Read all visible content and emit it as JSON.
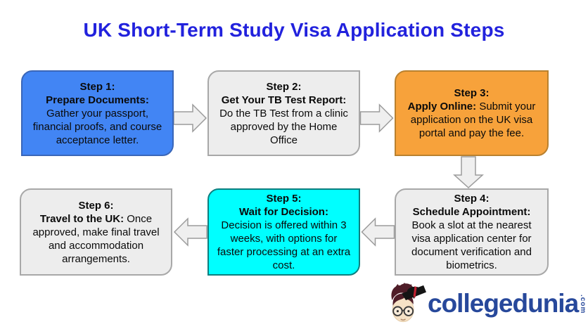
{
  "title": {
    "text": "UK Short-Term Study Visa Application Steps",
    "color": "#2222DD"
  },
  "steps": [
    {
      "number_label": "Step 1:",
      "heading": "Prepare Documents:",
      "heading_inline": false,
      "body": "Gather your passport, financial proofs, and course acceptance letter.",
      "fill": "#4285F4",
      "border": "#3A66B8"
    },
    {
      "number_label": "Step 2:",
      "heading": "Get Your TB Test Report:",
      "heading_inline": true,
      "body": "Do the TB Test from a clinic approved by the Home Office",
      "fill": "#EDEDED",
      "border": "#A8A8A8"
    },
    {
      "number_label": "Step 3:",
      "heading": "Apply Online:",
      "heading_inline": true,
      "body": "Submit your application on the UK visa portal and pay the fee.",
      "fill": "#F7A23B",
      "border": "#B9812F"
    },
    {
      "number_label": "Step 4:",
      "heading": "Schedule Appointment:",
      "heading_inline": false,
      "body": "Book a slot at the nearest visa application center for document verification and biometrics.",
      "fill": "#EDEDED",
      "border": "#A8A8A8"
    },
    {
      "number_label": "Step 5:",
      "heading": "Wait for Decision:",
      "heading_inline": false,
      "body": "Decision is offered within 3 weeks, with options for faster processing at an extra cost.",
      "fill": "#00FFFF",
      "border": "#0D7F7F"
    },
    {
      "number_label": "Step 6:",
      "heading": "Travel to the UK:",
      "heading_inline": true,
      "body": "Once approved, make final travel and accommodation arrangements.",
      "fill": "#EDEDED",
      "border": "#A8A8A8"
    }
  ],
  "arrows": [
    {
      "name": "arrow-step1-to-step2",
      "direction": "right"
    },
    {
      "name": "arrow-step2-to-step3",
      "direction": "right"
    },
    {
      "name": "arrow-step3-to-step4",
      "direction": "down"
    },
    {
      "name": "arrow-step4-to-step5",
      "direction": "left"
    },
    {
      "name": "arrow-step5-to-step6",
      "direction": "left"
    }
  ],
  "logo": {
    "brand": "collegedunia",
    "tld": ".com",
    "color": "#27489B"
  },
  "colors": {
    "background": "#FFFFFF",
    "arrow_fill": "#EFEFEF",
    "arrow_border": "#9B9B9B",
    "box_text": "#0A0A0A"
  }
}
